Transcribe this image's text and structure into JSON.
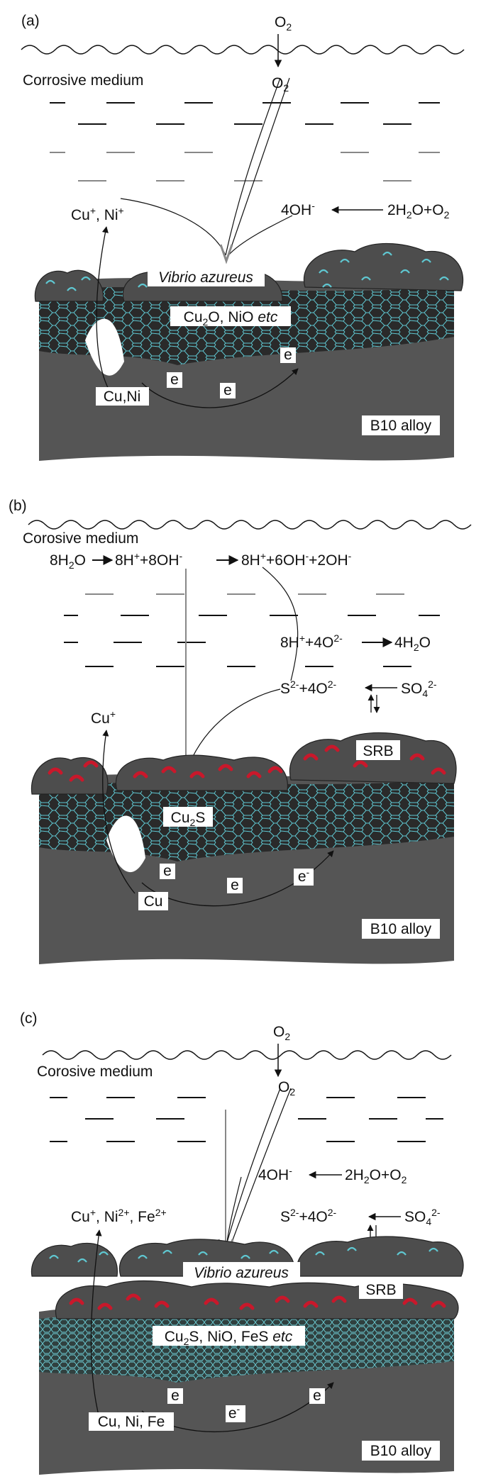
{
  "colors": {
    "alloy": "#555555",
    "oxide": "#2a2a2a",
    "oxide_net": "#5fc7d1",
    "biofilm": "#4d4d4d",
    "bacteria_cyan": "#5fc7d1",
    "bacteria_red": "#c9182b",
    "ink": "#111111"
  },
  "panel_a": {
    "panel_label": "(a)",
    "medium_label": "Corrosive medium",
    "o2_top": "O2",
    "o2_mid": "O2",
    "metal_ions": "Cu+, Ni+",
    "cathodic_product": "4OH-",
    "cathodic_reactant": "2H2O+O2",
    "bacterium": "Vibrio azureus",
    "oxide_layer": "Cu2O, NiO etc",
    "e1": "e",
    "e2": "e",
    "e3": "e",
    "metals": "Cu,Ni",
    "alloy": "B10 alloy"
  },
  "panel_b": {
    "panel_label": "(b)",
    "medium_label": "Corosive medium",
    "eq1_left": "8H2O",
    "eq1_mid": "8H++8OH-",
    "eq1_right": "8H++6OH-+2OH-",
    "eq2_left": "8H++4O2-",
    "eq2_right": "4H2O",
    "sulfide_product": "S2-+4O2-",
    "sulfate": "SO42-",
    "metal_ion": "Cu+",
    "bacterium": "SRB",
    "product": "Cu2S",
    "e1": "e",
    "e2": "e",
    "e3": "e-",
    "metal": "Cu",
    "alloy": "B10 alloy"
  },
  "panel_c": {
    "panel_label": "(c)",
    "medium_label": "Corosive medium",
    "o2_top": "O2",
    "o2_mid": "O2",
    "cathodic_product": "4OH-",
    "cathodic_reactant": "2H2O+O2",
    "sulfide_product": "S2-+4O2-",
    "sulfate": "SO42-",
    "metal_ions": "Cu+, Ni2+, Fe2+",
    "bacterium_1": "Vibrio azureus",
    "bacterium_2": "SRB",
    "product_layer": "Cu2S, NiO, FeS etc",
    "e1": "e",
    "e2": "e-",
    "e3": "e",
    "metals": "Cu, Ni, Fe",
    "alloy": "B10 alloy"
  }
}
